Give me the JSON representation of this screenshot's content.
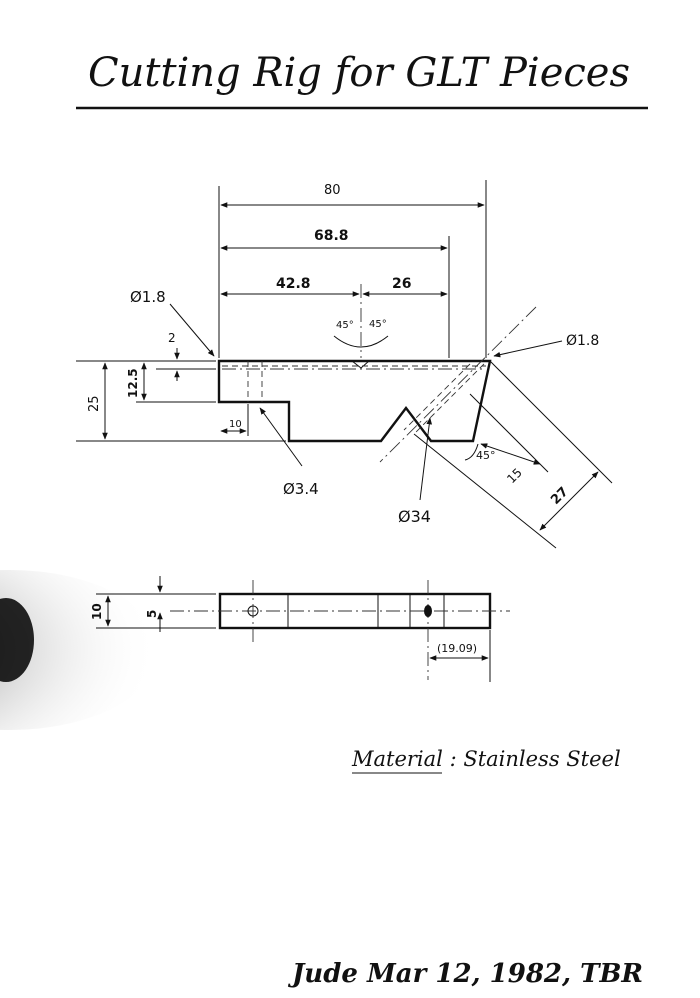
{
  "title": "Cutting Rig for GLT Pieces",
  "front_view": {
    "dim_overall_length": "80",
    "dim_length_2": "68.8",
    "dim_length_3": "42.8",
    "dim_length_4": "26",
    "dim_left_hole_dia": "Ø1.8",
    "dim_right_hole_dia": "Ø1.8",
    "dim_top_offset": "2",
    "dim_step_height": "12.5",
    "dim_total_height": "25",
    "dim_step_width": "10",
    "dim_angle_left": "45°",
    "dim_angle_right": "45°",
    "dim_angle_bottom": "45°",
    "dim_hole_small": "Ø3.4",
    "dim_hole_v": "Ø34",
    "dim_diag_15": "15",
    "dim_diag_27": "27"
  },
  "top_view": {
    "dim_thickness": "10",
    "dim_half_thickness": "5",
    "dim_ref": "(19.09)"
  },
  "material_label": "Material",
  "material_value": "Stainless Steel",
  "signature": "Jude Mar 12, 1982, TBR"
}
